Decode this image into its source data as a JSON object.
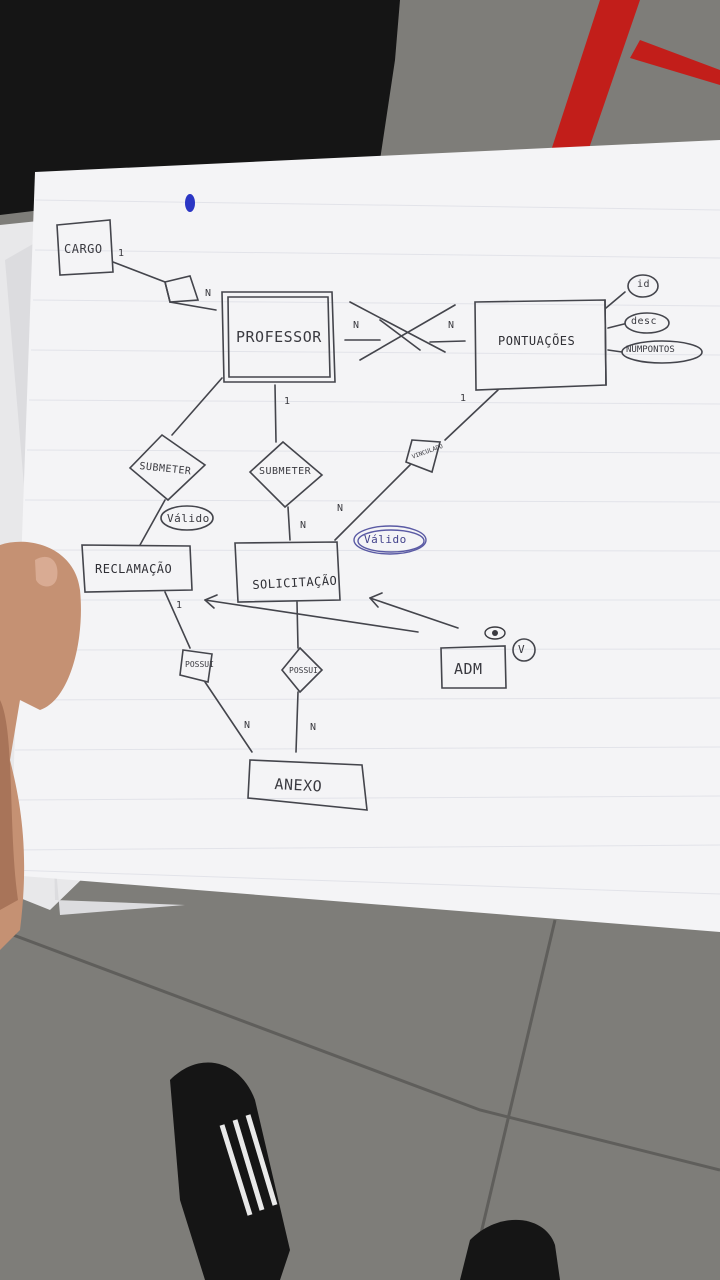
{
  "diagram": {
    "entities": {
      "cargo": "CARGO",
      "professor": "PROFESSOR",
      "pontuacoes": "PONTUAÇÕES",
      "reclamacao": "RECLAMAÇÃO",
      "solicitacao": "SOLICITAÇÃO",
      "adm": "ADM",
      "anexo": "ANEXO"
    },
    "attributes": {
      "id": "id",
      "desc": "desc",
      "num_pontos": "NUMPONTOS"
    },
    "relationships": {
      "submeter_left": "SUBMETER",
      "submeter_center": "SUBMETER",
      "vinculado": "VINCULADO",
      "possui_left": "POSSUI",
      "possui_center": "POSSUI"
    },
    "annotations": {
      "valido_left": "Válido",
      "valido_right": "Válido",
      "adm_check": "V"
    },
    "cardinalities": {
      "cargo_side": "1",
      "professor_cargo_side": "N",
      "professor_pontuacoes_side": "N",
      "pontuacoes_professor_side": "N",
      "professor_submeter_side": "1",
      "solicitacao_submeter_side": "N",
      "solicitacao_vinculado_side": "N",
      "pontuacoes_vinculado_side": "1",
      "reclamacao_possui_side": "1",
      "anexo_possui_left_side": "N",
      "anexo_possui_center_side": "N"
    }
  }
}
